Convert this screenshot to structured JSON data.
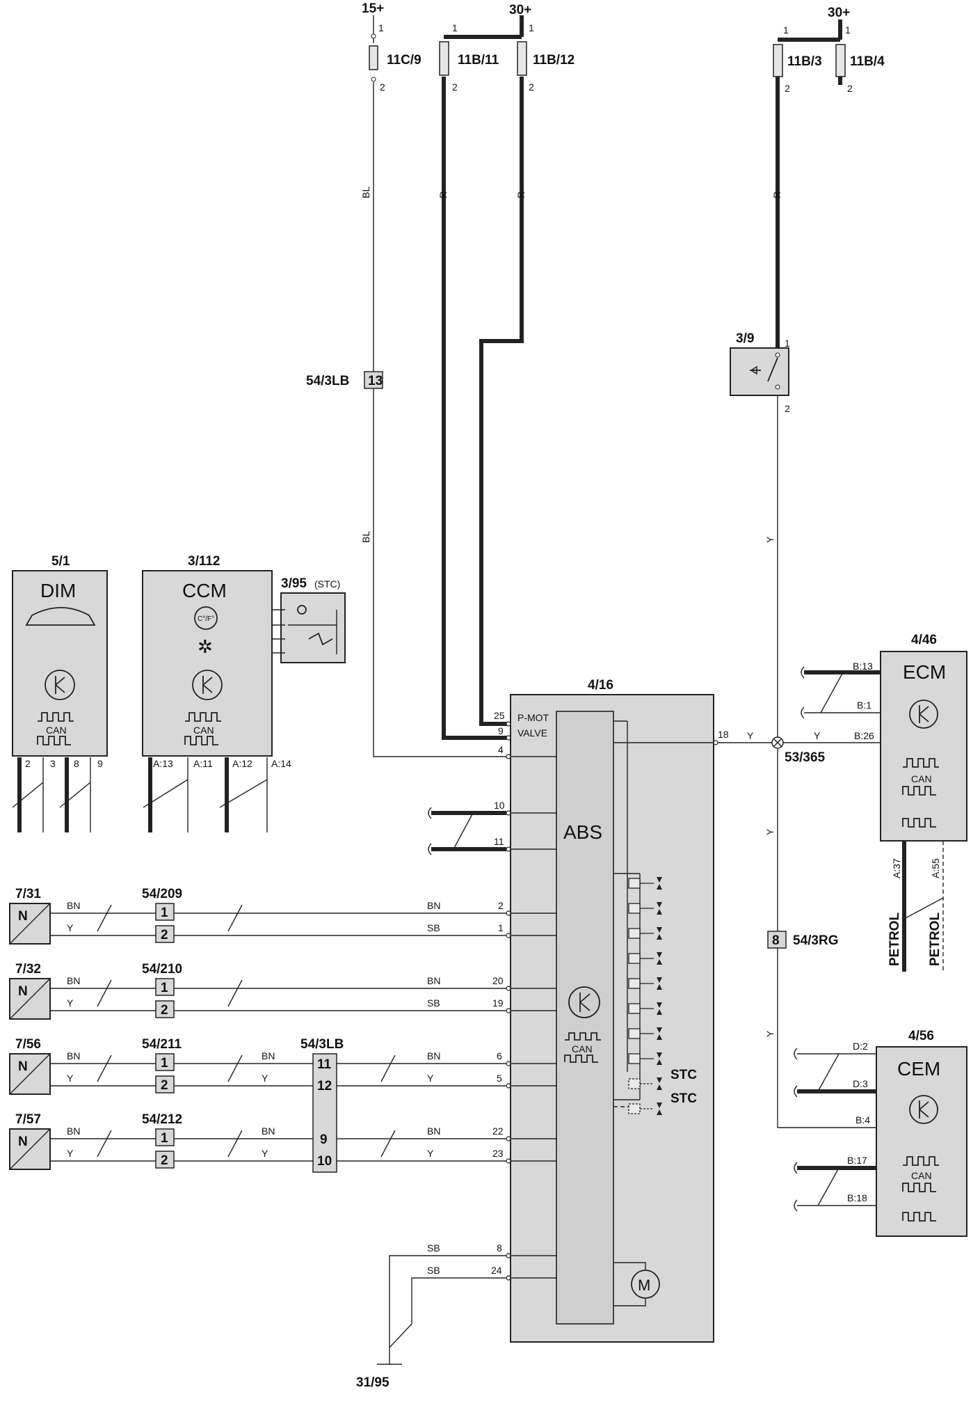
{
  "supplies": {
    "s15": "15+",
    "s30a": "30+",
    "s30b": "30+"
  },
  "fuses": {
    "f11c9": "11C/9",
    "f11b11": "11B/11",
    "f11b12": "11B/12",
    "f11b3": "11B/3",
    "f11b4": "11B/4"
  },
  "pins": {
    "one": "1",
    "two": "2"
  },
  "wire_colors": {
    "bl": "BL",
    "r": "R",
    "y": "Y",
    "bn": "BN",
    "sb": "SB"
  },
  "connectors": {
    "c54_3lb": "54/3LB",
    "c54_3lb_pin": "13",
    "c54_3rg": "54/3RG",
    "c54_3rg_pin": "8",
    "c53_365": "53/365",
    "c31_95": "31/95",
    "c54_209": "54/209",
    "c54_210": "54/210",
    "c54_211": "54/211",
    "c54_212": "54/212",
    "c54_3lb_b": "54/3LB",
    "p11": "11",
    "p12": "12",
    "p9": "9",
    "p10": "10"
  },
  "switch_3_9": "3/9",
  "dim": {
    "id": "5/1",
    "name": "DIM",
    "can": "CAN",
    "pins": [
      "2",
      "3",
      "8",
      "9"
    ]
  },
  "ccm": {
    "id": "3/112",
    "name": "CCM",
    "temp": "C°/F°",
    "can": "CAN",
    "pins": [
      "A:13",
      "A:11",
      "A:12",
      "A:14"
    ]
  },
  "stc_module": {
    "id": "3/95",
    "tag": "(STC)"
  },
  "abs": {
    "id": "4/16",
    "name": "ABS",
    "can": "CAN",
    "motor": "M",
    "stc": "STC",
    "pmot": "P-MOT",
    "valve": "VALVE",
    "pins": {
      "p25": "25",
      "p9": "9",
      "p4": "4",
      "p10": "10",
      "p11": "11",
      "p18": "18",
      "p2": "2",
      "p1": "1",
      "p20": "20",
      "p19": "19",
      "p6": "6",
      "p5": "5",
      "p22": "22",
      "p23": "23",
      "p8": "8",
      "p24": "24"
    }
  },
  "ecm": {
    "id": "4/46",
    "name": "ECM",
    "can": "CAN",
    "b13": "B:13",
    "b1": "B:1",
    "b26": "B:26",
    "a37": "A:37",
    "a55": "A:55",
    "petrol": "PETROL"
  },
  "cem": {
    "id": "4/56",
    "name": "CEM",
    "can": "CAN",
    "d2": "D:2",
    "d3": "D:3",
    "b4": "B:4",
    "b17": "B:17",
    "b18": "B:18"
  },
  "sensors": {
    "s731": "7/31",
    "s732": "7/32",
    "s756": "7/56",
    "s757": "7/57",
    "n": "N"
  }
}
